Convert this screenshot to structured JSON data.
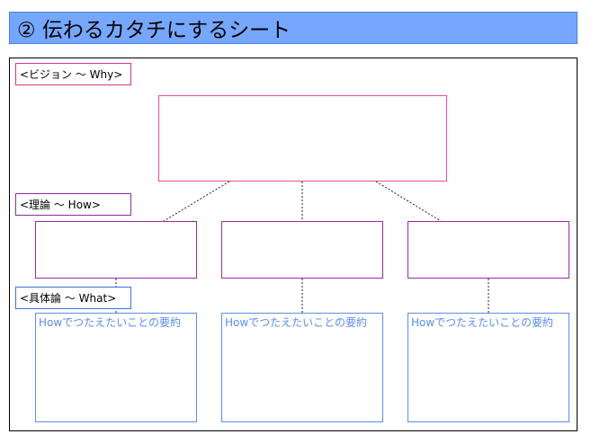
{
  "title": "② 伝わるカタチにするシート",
  "labels": {
    "vision": "<ビジョン 〜 Why>",
    "theory": "<理論 〜 How>",
    "concrete": "<具体論 〜 What>"
  },
  "concrete_boxes": [
    "Howでつたえたいことの要約",
    "Howでつたえたいことの要約",
    "Howでつたえたいことの要約"
  ],
  "colors": {
    "title_bar": "#76a7ff",
    "vision": "#e64aa3",
    "theory": "#9a2aa8",
    "concrete": "#5c8fe8"
  }
}
